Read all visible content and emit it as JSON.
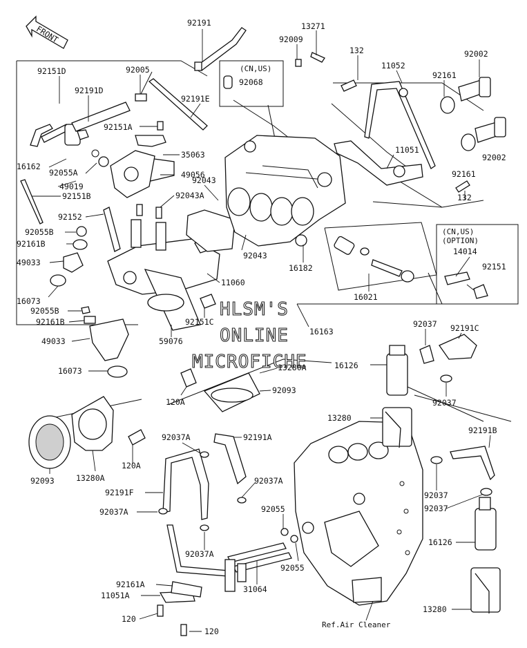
{
  "front_arrow": "FRONT",
  "watermark": {
    "line1": "HLSM'S",
    "line2": "ONLINE",
    "line3": "MICROFICHE"
  },
  "notes": {
    "cn_us": "(CN,US)",
    "cn_us_option_1": "(CN,US)",
    "cn_us_option_2": "(OPTION)",
    "ref_air_cleaner": "Ref.Air Cleaner"
  },
  "labels": [
    "92191",
    "13271",
    "92009",
    "132",
    "92002",
    "11052",
    "92151D",
    "92005",
    "92068",
    "92191D",
    "92161",
    "92191E",
    "92151A",
    "35063",
    "92002",
    "16162",
    "92055A",
    "49056",
    "11051",
    "49019",
    "92043",
    "92161",
    "92151B",
    "92043A",
    "132",
    "92152",
    "92055B",
    "92161B",
    "49033",
    "92043",
    "16182",
    "14014",
    "92151",
    "16073",
    "11060",
    "16021",
    "92055B",
    "92151C",
    "16163",
    "92161B",
    "59076",
    "49033",
    "92037",
    "92191C",
    "13280A",
    "16126",
    "16073",
    "92093",
    "120A",
    "92037",
    "13280",
    "92191B",
    "92037A",
    "92191A",
    "92093",
    "13280A",
    "120A",
    "92191F",
    "92037A",
    "92055",
    "92037",
    "92037A",
    "92037",
    "92037A",
    "92055",
    "16126",
    "92161A",
    "31064",
    "11051A",
    "120",
    "13280",
    "120"
  ]
}
